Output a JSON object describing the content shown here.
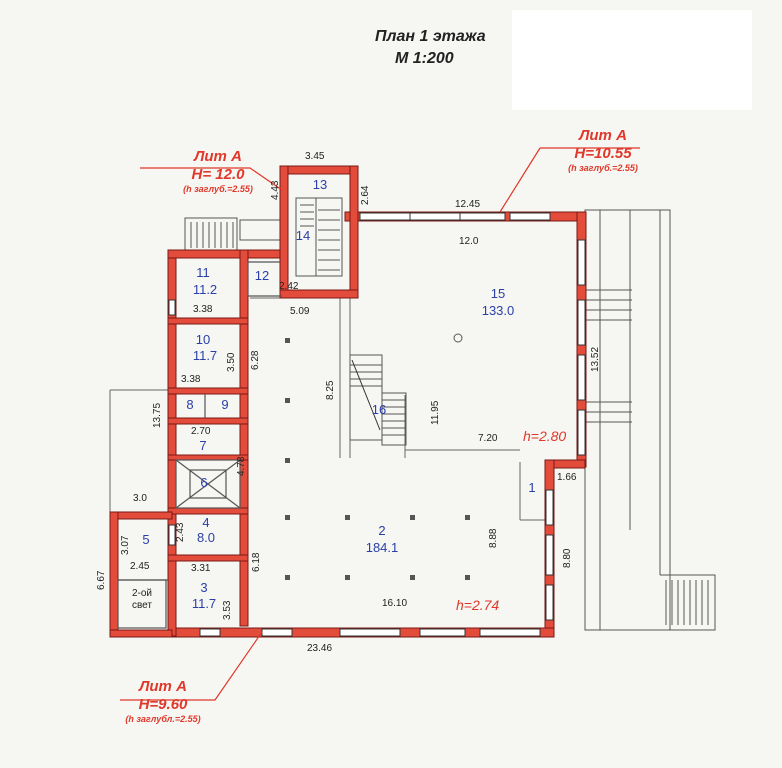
{
  "title": {
    "line1": "План 1 этажа",
    "line2": "М 1:200"
  },
  "lit_labels": [
    {
      "name": "Лит А",
      "height": "H= 12.0",
      "note": "(h заглуб.=2.55)"
    },
    {
      "name": "Лит А",
      "height": "H=10.55",
      "note": "(h заглуб.=2.55)"
    },
    {
      "name": "Лит А",
      "height": "H=9.60",
      "note": "(h заглубл.=2.55)"
    }
  ],
  "rooms": [
    {
      "num": "1",
      "area": ""
    },
    {
      "num": "2",
      "area": "184.1"
    },
    {
      "num": "3",
      "area": "11.7"
    },
    {
      "num": "4",
      "area": "8.0"
    },
    {
      "num": "5",
      "area": ""
    },
    {
      "num": "6",
      "area": ""
    },
    {
      "num": "7",
      "area": ""
    },
    {
      "num": "8",
      "area": ""
    },
    {
      "num": "9",
      "area": ""
    },
    {
      "num": "10",
      "area": "11.7"
    },
    {
      "num": "11",
      "area": "11.2"
    },
    {
      "num": "12",
      "area": ""
    },
    {
      "num": "13",
      "area": ""
    },
    {
      "num": "14",
      "area": ""
    },
    {
      "num": "15",
      "area": "133.0"
    },
    {
      "num": "16",
      "area": ""
    }
  ],
  "second_light": [
    "2-ой",
    "свет"
  ],
  "heights": [
    "h=2.80",
    "h=2.74"
  ],
  "dims": [
    "3.45",
    "4.43",
    "2.64",
    "12.45",
    "12.0",
    "13.52",
    "3.38",
    "3.38",
    "3.50",
    "6.28",
    "5.09",
    "2.42",
    "8.25",
    "11.95",
    "7.20",
    "1.66",
    "8.88",
    "8.80",
    "13.75",
    "2.70",
    "4.78",
    "3.0",
    "3.07",
    "2.45",
    "2.43",
    "3.31",
    "6.18",
    "3.53",
    "6.67",
    "16.10",
    "23.46"
  ]
}
